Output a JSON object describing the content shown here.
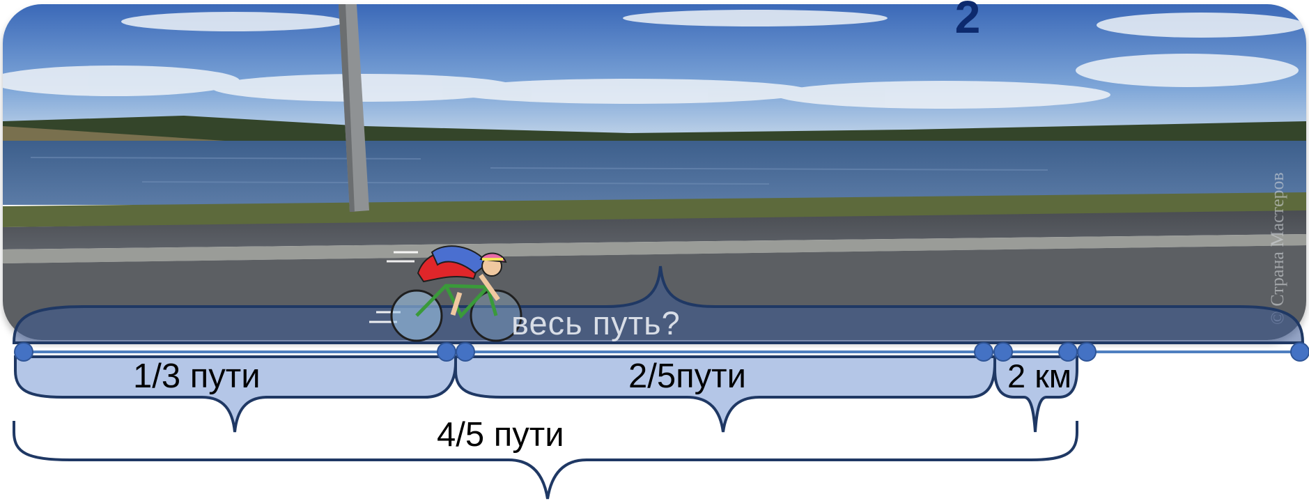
{
  "slide": {
    "number": "2"
  },
  "photo": {
    "subject": "road along a lake, cyclist riding",
    "watermark": "© Страна Мастеров"
  },
  "diagram": {
    "whole_label": "весь  путь?",
    "segments": [
      {
        "label": "1/3 пути"
      },
      {
        "label": "2/5пути"
      },
      {
        "label": "2 км"
      }
    ],
    "combined_label": "4/5  пути"
  },
  "colors": {
    "brace_stroke": "#1f3864",
    "brace_fill": "#b4c6e7",
    "whole_brace_fill": "rgba(60,90,150,0.55)",
    "line": "#4f7fc0",
    "points": "#4472c4",
    "number": "#0d2a6e"
  },
  "icons": [
    "cyclist-icon"
  ]
}
